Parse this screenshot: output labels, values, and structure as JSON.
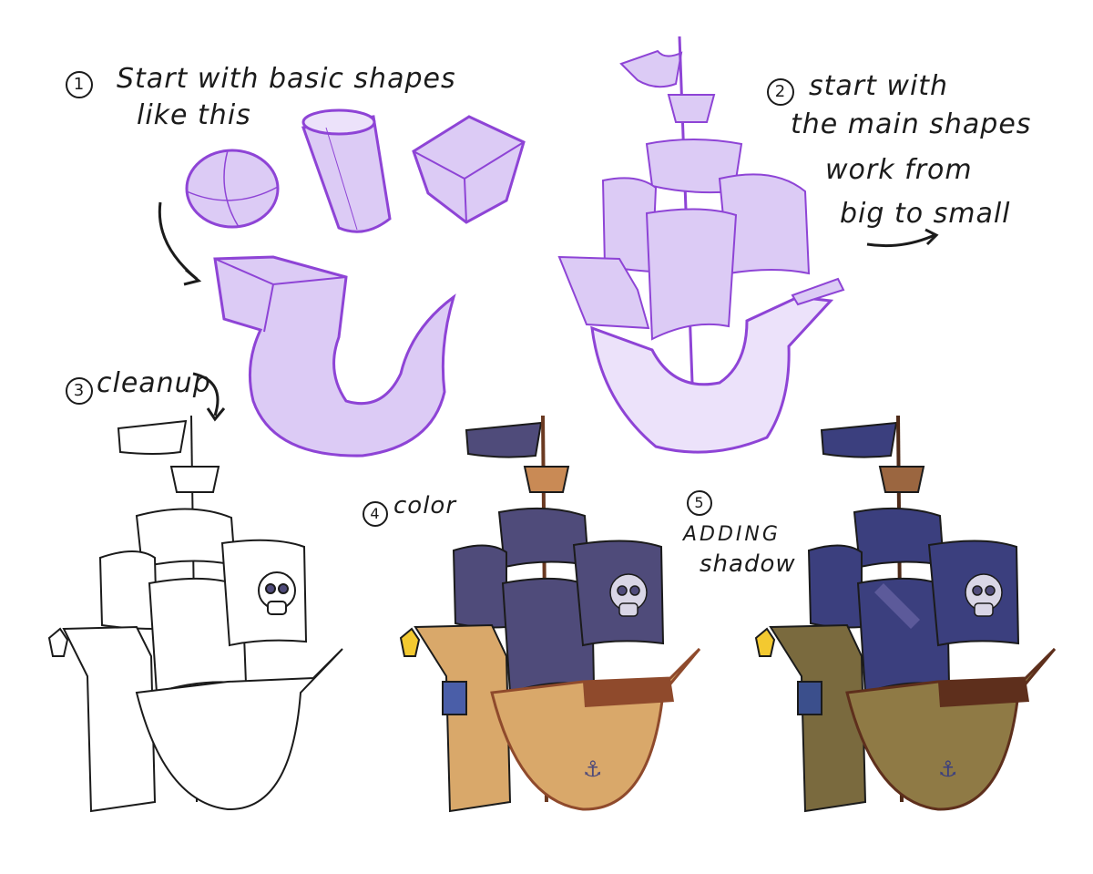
{
  "steps": {
    "s1": {
      "num": "1",
      "line1": "Start with basic shapes",
      "line2": "like this"
    },
    "s2": {
      "num": "2",
      "line1": "start with",
      "line2": "the main shapes",
      "line3": "work from",
      "line4": "big to small"
    },
    "s3": {
      "num": "3",
      "label": "cleanup"
    },
    "s4": {
      "num": "4",
      "label": "color"
    },
    "s5": {
      "num": "5",
      "line1": "ADDING",
      "line2": "shadow"
    }
  },
  "colors": {
    "purple_stroke": "#8e44d6",
    "purple_fill": "#dccbf5",
    "purple_light": "#ece2fa",
    "ink": "#1b1b1b",
    "wood": "#d9a86a",
    "wood_dark": "#8f4a2c",
    "sail": "#4f4b7a",
    "sail_shadow": "#3b3f7e",
    "skull": "#d9d6e6",
    "lantern": "#f3c930"
  },
  "icons": [
    "arrow-icon",
    "skull-icon",
    "anchor-icon",
    "lantern-icon",
    "flag-icon"
  ]
}
